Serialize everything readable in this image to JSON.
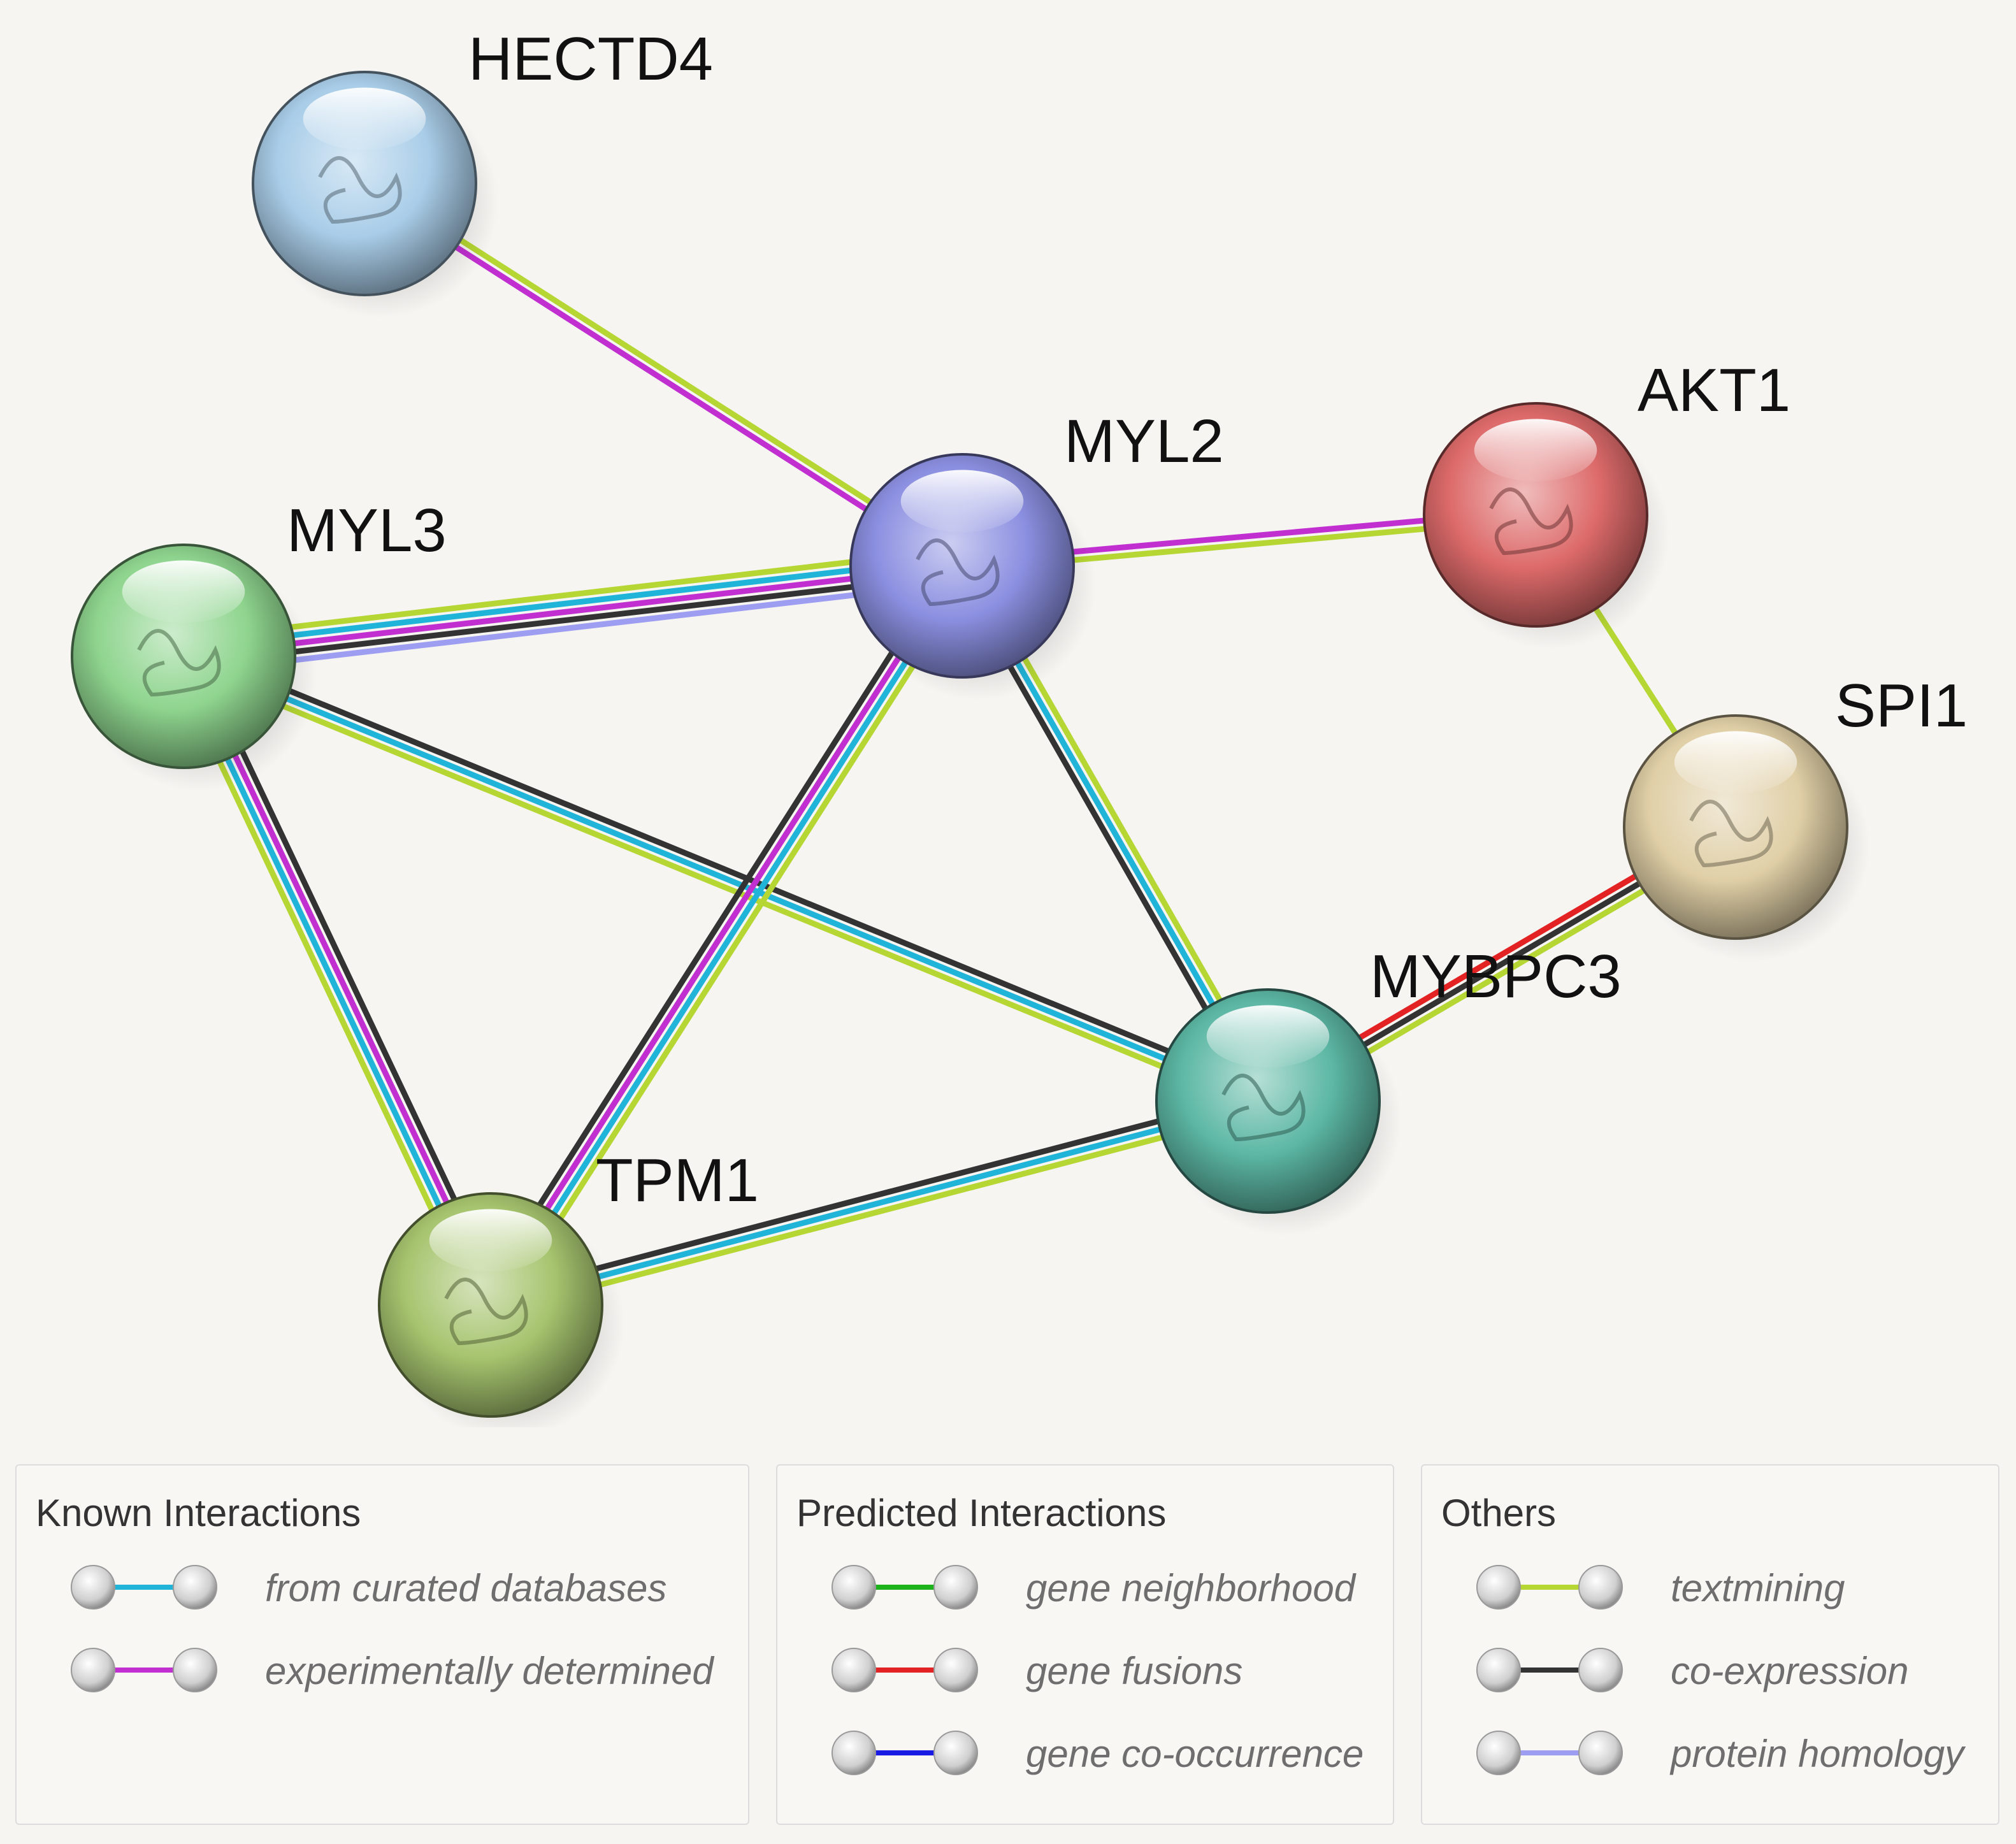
{
  "colors": {
    "curated_databases": "#21b4d9",
    "experimentally_determined": "#c12fd0",
    "gene_neighborhood": "#1db31d",
    "gene_fusions": "#e32323",
    "gene_co_occurrence": "#1a1ae5",
    "textmining": "#b5d633",
    "co_expression": "#333333",
    "protein_homology": "#9d9df2"
  },
  "nodes": [
    {
      "id": "HECTD4",
      "label": "HECTD4",
      "color": "#a9cde8"
    },
    {
      "id": "MYL2",
      "label": "MYL2",
      "color": "#8b8fe0"
    },
    {
      "id": "AKT1",
      "label": "AKT1",
      "color": "#dd6a6a"
    },
    {
      "id": "MYL3",
      "label": "MYL3",
      "color": "#8ed48e"
    },
    {
      "id": "SPI1",
      "label": "SPI1",
      "color": "#e0cfa6"
    },
    {
      "id": "MYBPC3",
      "label": "MYBPC3",
      "color": "#5cb7a4"
    },
    {
      "id": "TPM1",
      "label": "TPM1",
      "color": "#a6c46e"
    }
  ],
  "edges": [
    {
      "source": "HECTD4",
      "target": "MYL2",
      "evidence": [
        "textmining",
        "experimentally_determined"
      ]
    },
    {
      "source": "MYL2",
      "target": "AKT1",
      "evidence": [
        "experimentally_determined",
        "textmining"
      ]
    },
    {
      "source": "AKT1",
      "target": "SPI1",
      "evidence": [
        "textmining"
      ]
    },
    {
      "source": "MYL3",
      "target": "MYL2",
      "evidence": [
        "textmining",
        "curated_databases",
        "experimentally_determined",
        "co_expression",
        "protein_homology"
      ]
    },
    {
      "source": "MYL3",
      "target": "TPM1",
      "evidence": [
        "co_expression",
        "experimentally_determined",
        "curated_databases",
        "textmining"
      ]
    },
    {
      "source": "MYL3",
      "target": "MYBPC3",
      "evidence": [
        "co_expression",
        "curated_databases",
        "textmining"
      ]
    },
    {
      "source": "MYL2",
      "target": "TPM1",
      "evidence": [
        "textmining",
        "curated_databases",
        "experimentally_determined",
        "co_expression"
      ]
    },
    {
      "source": "MYL2",
      "target": "MYBPC3",
      "evidence": [
        "textmining",
        "curated_databases",
        "co_expression"
      ]
    },
    {
      "source": "TPM1",
      "target": "MYBPC3",
      "evidence": [
        "co_expression",
        "curated_databases",
        "textmining"
      ]
    },
    {
      "source": "SPI1",
      "target": "MYBPC3",
      "evidence": [
        "textmining",
        "co_expression",
        "gene_fusions"
      ]
    }
  ],
  "legend": {
    "known": {
      "title": "Known Interactions",
      "items": [
        {
          "label": "from curated databases",
          "key": "curated_databases"
        },
        {
          "label": "experimentally determined",
          "key": "experimentally_determined"
        }
      ]
    },
    "predicted": {
      "title": "Predicted Interactions",
      "items": [
        {
          "label": "gene neighborhood",
          "key": "gene_neighborhood"
        },
        {
          "label": "gene fusions",
          "key": "gene_fusions"
        },
        {
          "label": "gene co-occurrence",
          "key": "gene_co_occurrence"
        }
      ]
    },
    "others": {
      "title": "Others",
      "items": [
        {
          "label": "textmining",
          "key": "textmining"
        },
        {
          "label": "co-expression",
          "key": "co_expression"
        },
        {
          "label": "protein homology",
          "key": "protein_homology"
        }
      ]
    }
  }
}
